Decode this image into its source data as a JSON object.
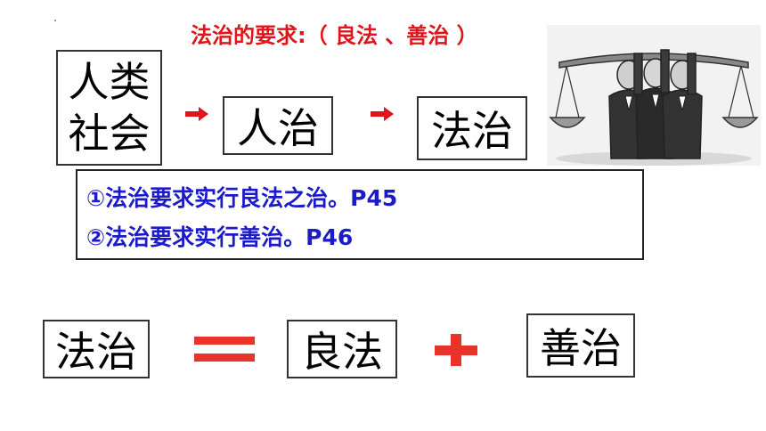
{
  "title": "法治的要求:（ 良法 、善治 ）",
  "flow": {
    "society_line1": "人类",
    "society_line2": "社会",
    "rule_by_man": "人治",
    "rule_of_law": "法治"
  },
  "requirements": [
    "①法治要求实行良法之治。P45",
    "②法治要求实行善治。P46"
  ],
  "equation": {
    "lhs": "法治",
    "good_law": "良法",
    "good_governance": "善治"
  },
  "colors": {
    "title": "#e0141a",
    "requirement_text": "#1b1bc9",
    "arrow": "#e0141a",
    "operator": "#e8332a"
  },
  "icons": {
    "arrow": "red-right-arrow-icon",
    "equals": "equals-sign-icon",
    "plus": "plus-sign-icon",
    "scale": "balance-scale-illustration"
  }
}
